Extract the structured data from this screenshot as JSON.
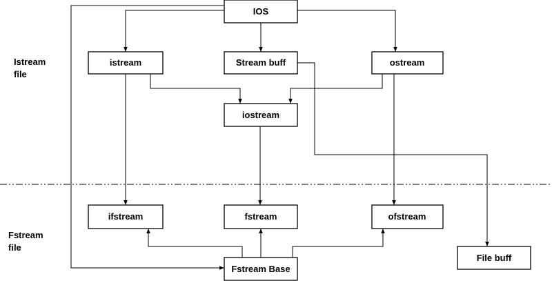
{
  "regions": {
    "top": {
      "line1": "Istream",
      "line2": "file"
    },
    "bottom": {
      "line1": "Fstream",
      "line2": "file"
    }
  },
  "nodes": {
    "ios": "IOS",
    "istream": "istream",
    "streambuff": "Stream buff",
    "ostream": "ostream",
    "iostream": "iostream",
    "ifstream": "ifstream",
    "fstream": "fstream",
    "ofstream": "ofstream",
    "fstreambase": "Fstream Base",
    "filebuff": "File buff"
  },
  "edges": [
    {
      "from": "ios",
      "to": "istream"
    },
    {
      "from": "ios",
      "to": "streambuff"
    },
    {
      "from": "ios",
      "to": "ostream"
    },
    {
      "from": "istream",
      "to": "iostream"
    },
    {
      "from": "ostream",
      "to": "iostream"
    },
    {
      "from": "istream",
      "to": "ifstream"
    },
    {
      "from": "iostream",
      "to": "fstream"
    },
    {
      "from": "ostream",
      "to": "ofstream"
    },
    {
      "from": "streambuff",
      "to": "filebuff"
    },
    {
      "from": "fstreambase",
      "to": "ifstream"
    },
    {
      "from": "fstreambase",
      "to": "fstream"
    },
    {
      "from": "fstreambase",
      "to": "ofstream"
    },
    {
      "from": "ios",
      "to": "fstreambase"
    }
  ]
}
